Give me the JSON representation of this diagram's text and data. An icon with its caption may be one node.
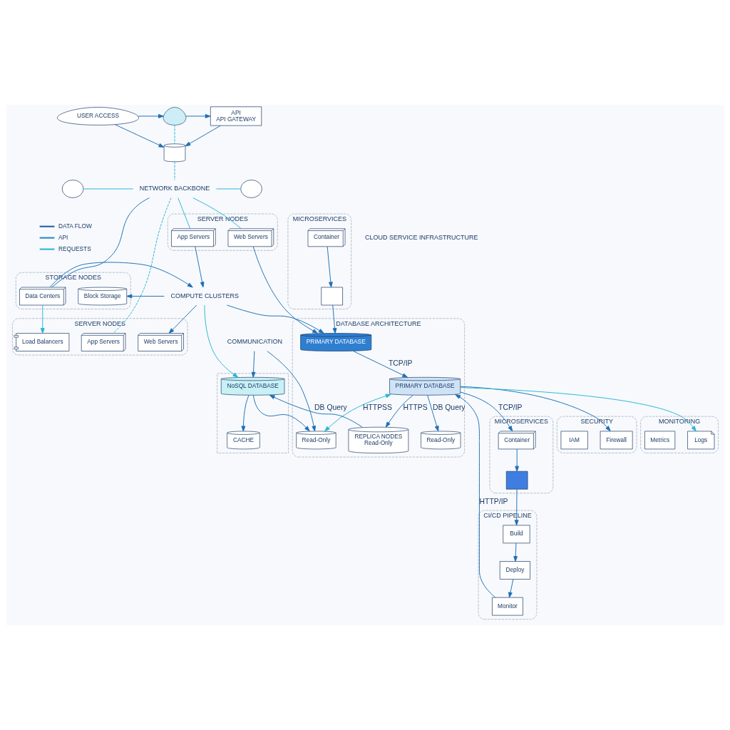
{
  "diagram": {
    "nodes": [
      {
        "text": [
          "USER ACCESS"
        ]
      },
      {
        "text": [],
        "shape": "person"
      },
      {
        "text": [
          "API",
          "API GATEWAY"
        ]
      },
      {
        "text": [],
        "shape": "cylinder"
      },
      {
        "text": [],
        "shape": "cloud"
      },
      {
        "text": [
          "NETWORK BACKBONE"
        ]
      },
      {
        "text": [],
        "shape": "cloud"
      },
      {
        "text": [
          "SERVER NODES"
        ]
      },
      {
        "text": [
          "Web Servers"
        ],
        "in": 7
      },
      {
        "text": [
          "App Servers"
        ],
        "in": 7
      },
      {
        "text": [
          "SERVER NODES"
        ]
      },
      {
        "text": [
          "Web Servers"
        ],
        "in": 10
      },
      {
        "text": [
          "App Servers"
        ],
        "in": 10
      },
      {
        "text": [
          "Load Balancers"
        ],
        "in": 10
      },
      {
        "text": [
          "STORAGE NODES"
        ]
      },
      {
        "text": [
          "Data Centers"
        ],
        "in": 14
      },
      {
        "text": [
          "Block Storage"
        ],
        "in": 14
      },
      {
        "text": [
          "COMPUTE CLUSTERS"
        ]
      },
      {
        "text": [
          "DATABASE ARCHITECTURE"
        ]
      },
      {
        "text": [
          "PRIMARY DATABASE"
        ],
        "in": 18
      },
      {
        "text": [
          "PRIMARY DATABASE"
        ],
        "in": 18
      },
      {
        "text": [
          "REPLICA NODES",
          "Read-Only"
        ],
        "in": 18
      },
      {
        "text": [
          "Read-Only"
        ],
        "in": 18
      },
      {
        "text": [
          "Read-Only"
        ],
        "in": 18
      },
      {
        "text": [],
        "shape": "box"
      },
      {
        "text": [
          "NoSQL DATABASE"
        ],
        "in": 24
      },
      {
        "text": [
          "CACHE"
        ],
        "in": 24
      },
      {
        "text": [
          "COMMUNICATION"
        ]
      },
      {
        "text": [
          "MICROSERVICES"
        ]
      },
      {
        "text": [
          "Container"
        ],
        "in": 28
      },
      {
        "text": [],
        "shape": "box",
        "in": 28
      },
      {
        "text": [
          "MICROSERVICES"
        ]
      },
      {
        "text": [
          "Container"
        ],
        "in": 31
      },
      {
        "text": [],
        "shape": "box",
        "in": 31
      },
      {
        "text": [
          "CI/CD PIPELINE"
        ]
      },
      {
        "text": [
          "Build"
        ],
        "in": 34
      },
      {
        "text": [
          "Deploy"
        ],
        "in": 34
      },
      {
        "text": [
          "Monitor"
        ],
        "in": 34
      },
      {
        "text": [
          "SECURITY"
        ]
      },
      {
        "text": [
          "Firewall"
        ],
        "in": 38
      },
      {
        "text": [
          "IAM"
        ],
        "in": 38
      },
      {
        "text": [
          "MONITORING"
        ]
      },
      {
        "text": [
          "Logs"
        ],
        "in": 41
      },
      {
        "text": [
          "Metrics"
        ],
        "in": 41
      }
    ],
    "edges": [
      {
        "from": 0,
        "to": 1,
        "arrow": "to"
      },
      {
        "from": 1,
        "to": 2,
        "arrow": "to"
      },
      {
        "from": 0,
        "to": 3,
        "arrow": "to"
      },
      {
        "from": 2,
        "to": 3,
        "arrow": "to"
      },
      {
        "from": 1,
        "to": 3,
        "arrow": "none",
        "style": "dashed",
        "color": "#29b6d6"
      },
      {
        "from": 3,
        "to": 5,
        "arrow": "none",
        "style": "dashed",
        "color": "#29b6d6"
      },
      {
        "from": 4,
        "to": 5,
        "arrow": "none",
        "color": "#29b6d6"
      },
      {
        "from": 5,
        "to": 6,
        "arrow": "none",
        "color": "#29b6d6"
      },
      {
        "from": 5,
        "to": 8,
        "arrow": "none",
        "color": "#29b6d6"
      },
      {
        "from": 5,
        "to": 9,
        "arrow": "none",
        "color": "#29b6d6"
      },
      {
        "from": 5,
        "to": 12,
        "arrow": "none",
        "style": "dashed",
        "color": "#29b6d6"
      },
      {
        "from": 5,
        "to": 15,
        "arrow": "none"
      },
      {
        "from": 8,
        "to": 19,
        "arrow": "to"
      },
      {
        "from": 9,
        "to": 17,
        "arrow": "to"
      },
      {
        "from": 15,
        "to": 17,
        "arrow": "to"
      },
      {
        "from": 15,
        "to": 13,
        "arrow": "to",
        "color": "#29b6d6"
      },
      {
        "from": 17,
        "to": 11,
        "arrow": "to"
      },
      {
        "from": 17,
        "to": 16,
        "arrow": "to"
      },
      {
        "from": 17,
        "to": 19,
        "arrow": "to"
      },
      {
        "from": 17,
        "to": 25,
        "arrow": "to",
        "color": "#29b6d6"
      },
      {
        "from": 19,
        "to": 20,
        "arrow": "to",
        "label": "TCP/IP"
      },
      {
        "from": 20,
        "to": 21,
        "arrow": "to",
        "label": "HTTPS"
      },
      {
        "from": 21,
        "to": 25,
        "arrow": "to",
        "label": "DB Query"
      },
      {
        "from": 25,
        "to": 26,
        "arrow": "to"
      },
      {
        "from": 20,
        "to": 22,
        "arrow": "to",
        "label": "DB Query"
      },
      {
        "from": 20,
        "to": 23,
        "arrow": "both",
        "label": "HTTPSS",
        "color": "#29b6d6"
      },
      {
        "from": 25,
        "to": 23,
        "arrow": "to"
      },
      {
        "from": 27,
        "to": 25,
        "arrow": "to"
      },
      {
        "from": 27,
        "to": 23,
        "arrow": "to"
      },
      {
        "from": 29,
        "to": 30,
        "arrow": "to"
      },
      {
        "from": 30,
        "to": 19,
        "arrow": "to"
      },
      {
        "from": 20,
        "to": 32,
        "arrow": "to",
        "label": "TCP/IP"
      },
      {
        "from": 32,
        "to": 33,
        "arrow": "to"
      },
      {
        "from": 33,
        "to": 35,
        "arrow": "to"
      },
      {
        "from": 35,
        "to": 36,
        "arrow": "to"
      },
      {
        "from": 36,
        "to": 37,
        "arrow": "to"
      },
      {
        "from": 37,
        "to": 20,
        "arrow": "to",
        "label": "HTTP/IP"
      },
      {
        "from": 20,
        "to": 39,
        "arrow": "to"
      },
      {
        "from": 20,
        "to": 42,
        "arrow": "to",
        "color": "#29b6d6"
      }
    ],
    "labels": [
      "CLOUD SERVICE INFRASTRUCTURE"
    ],
    "legend": [
      {
        "text": "DATA FLOW"
      },
      {
        "text": "API"
      },
      {
        "text": "REQUESTS"
      }
    ]
  }
}
